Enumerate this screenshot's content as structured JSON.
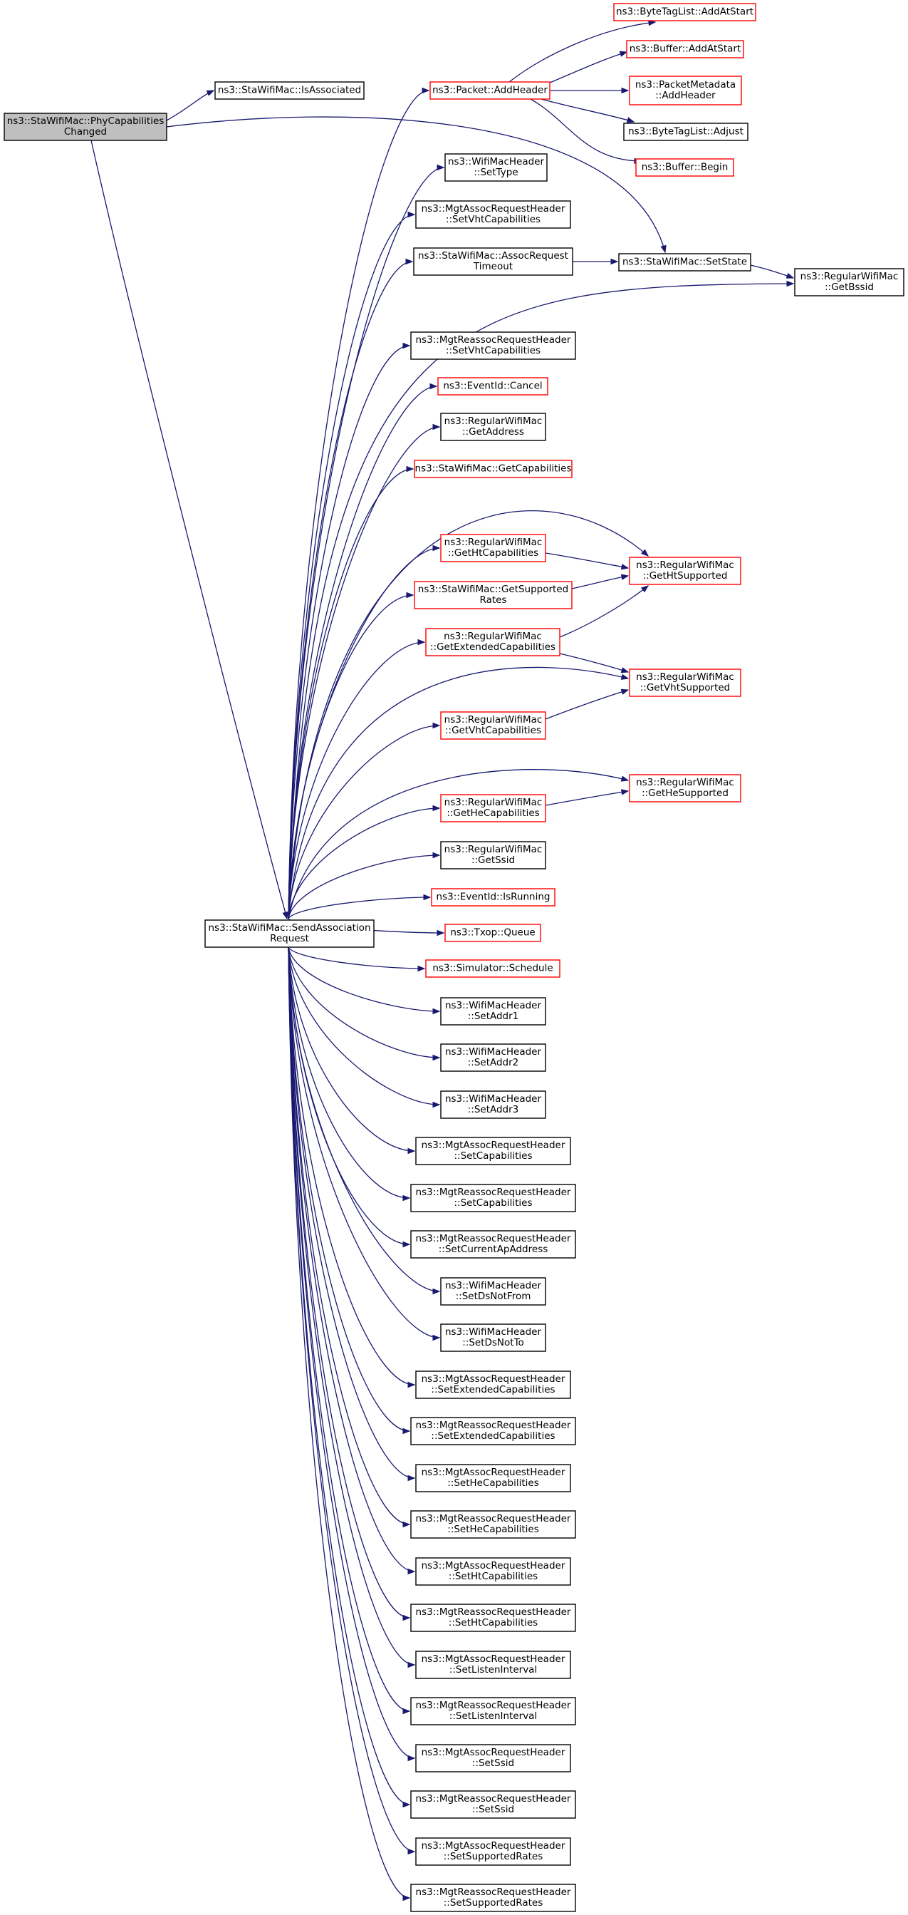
{
  "colors": {
    "edge": "#191970",
    "node_border_plain": "#000000",
    "node_border_truncated": "#ff0000",
    "root_fill": "#bfbfbf",
    "node_fill": "#ffffff"
  },
  "nodes": [
    {
      "id": "phy",
      "lines": [
        "ns3::StaWifiMac::PhyCapabilities",
        "Changed"
      ],
      "border": "root"
    },
    {
      "id": "isassoc",
      "lines": [
        "ns3::StaWifiMac::IsAssociated"
      ],
      "border": "plain"
    },
    {
      "id": "sendassoc",
      "lines": [
        "ns3::StaWifiMac::SendAssociation",
        "Request"
      ],
      "border": "plain"
    },
    {
      "id": "addheader",
      "lines": [
        "ns3::Packet::AddHeader"
      ],
      "border": "truncated"
    },
    {
      "id": "btl_addatstart",
      "lines": [
        "ns3::ByteTagList::AddAtStart"
      ],
      "border": "truncated"
    },
    {
      "id": "buf_addatstart",
      "lines": [
        "ns3::Buffer::AddAtStart"
      ],
      "border": "truncated"
    },
    {
      "id": "pm_addheader",
      "lines": [
        "ns3::PacketMetadata",
        "::AddHeader"
      ],
      "border": "truncated"
    },
    {
      "id": "btl_adjust",
      "lines": [
        "ns3::ByteTagList::Adjust"
      ],
      "border": "plain"
    },
    {
      "id": "buf_begin",
      "lines": [
        "ns3::Buffer::Begin"
      ],
      "border": "truncated"
    },
    {
      "id": "settype",
      "lines": [
        "ns3::WifiMacHeader",
        "::SetType"
      ],
      "border": "plain"
    },
    {
      "id": "marq_setvht",
      "lines": [
        "ns3::MgtAssocRequestHeader",
        "::SetVhtCapabilities"
      ],
      "border": "plain"
    },
    {
      "id": "assoctimeout",
      "lines": [
        "ns3::StaWifiMac::AssocRequest",
        "Timeout"
      ],
      "border": "plain"
    },
    {
      "id": "setstate",
      "lines": [
        "ns3::StaWifiMac::SetState"
      ],
      "border": "plain"
    },
    {
      "id": "getbssid",
      "lines": [
        "ns3::RegularWifiMac",
        "::GetBssid"
      ],
      "border": "plain"
    },
    {
      "id": "mrrq_setvht",
      "lines": [
        "ns3::MgtReassocRequestHeader",
        "::SetVhtCapabilities"
      ],
      "border": "plain"
    },
    {
      "id": "cancel",
      "lines": [
        "ns3::EventId::Cancel"
      ],
      "border": "truncated"
    },
    {
      "id": "getaddress",
      "lines": [
        "ns3::RegularWifiMac",
        "::GetAddress"
      ],
      "border": "plain"
    },
    {
      "id": "getcaps",
      "lines": [
        "ns3::StaWifiMac::GetCapabilities"
      ],
      "border": "truncated"
    },
    {
      "id": "getht",
      "lines": [
        "ns3::RegularWifiMac",
        "::GetHtCapabilities"
      ],
      "border": "truncated"
    },
    {
      "id": "htsupported",
      "lines": [
        "ns3::RegularWifiMac",
        "::GetHtSupported"
      ],
      "border": "truncated"
    },
    {
      "id": "getsuprates",
      "lines": [
        "ns3::StaWifiMac::GetSupported",
        "Rates"
      ],
      "border": "truncated"
    },
    {
      "id": "getext",
      "lines": [
        "ns3::RegularWifiMac",
        "::GetExtendedCapabilities"
      ],
      "border": "truncated"
    },
    {
      "id": "vhtsupported",
      "lines": [
        "ns3::RegularWifiMac",
        "::GetVhtSupported"
      ],
      "border": "truncated"
    },
    {
      "id": "getvht",
      "lines": [
        "ns3::RegularWifiMac",
        "::GetVhtCapabilities"
      ],
      "border": "truncated"
    },
    {
      "id": "hesupported",
      "lines": [
        "ns3::RegularWifiMac",
        "::GetHeSupported"
      ],
      "border": "truncated"
    },
    {
      "id": "gethe",
      "lines": [
        "ns3::RegularWifiMac",
        "::GetHeCapabilities"
      ],
      "border": "truncated"
    },
    {
      "id": "getssid",
      "lines": [
        "ns3::RegularWifiMac",
        "::GetSsid"
      ],
      "border": "plain"
    },
    {
      "id": "isrunning",
      "lines": [
        "ns3::EventId::IsRunning"
      ],
      "border": "truncated"
    },
    {
      "id": "queue",
      "lines": [
        "ns3::Txop::Queue"
      ],
      "border": "truncated"
    },
    {
      "id": "schedule",
      "lines": [
        "ns3::Simulator::Schedule"
      ],
      "border": "truncated"
    },
    {
      "id": "addr1",
      "lines": [
        "ns3::WifiMacHeader",
        "::SetAddr1"
      ],
      "border": "plain"
    },
    {
      "id": "addr2",
      "lines": [
        "ns3::WifiMacHeader",
        "::SetAddr2"
      ],
      "border": "plain"
    },
    {
      "id": "addr3",
      "lines": [
        "ns3::WifiMacHeader",
        "::SetAddr3"
      ],
      "border": "plain"
    },
    {
      "id": "marq_setcaps",
      "lines": [
        "ns3::MgtAssocRequestHeader",
        "::SetCapabilities"
      ],
      "border": "plain"
    },
    {
      "id": "mrrq_setcaps",
      "lines": [
        "ns3::MgtReassocRequestHeader",
        "::SetCapabilities"
      ],
      "border": "plain"
    },
    {
      "id": "mrrq_setcurap",
      "lines": [
        "ns3::MgtReassocRequestHeader",
        "::SetCurrentApAddress"
      ],
      "border": "plain"
    },
    {
      "id": "dsnotfrom",
      "lines": [
        "ns3::WifiMacHeader",
        "::SetDsNotFrom"
      ],
      "border": "plain"
    },
    {
      "id": "dsnotto",
      "lines": [
        "ns3::WifiMacHeader",
        "::SetDsNotTo"
      ],
      "border": "plain"
    },
    {
      "id": "marq_setext",
      "lines": [
        "ns3::MgtAssocRequestHeader",
        "::SetExtendedCapabilities"
      ],
      "border": "plain"
    },
    {
      "id": "mrrq_setext",
      "lines": [
        "ns3::MgtReassocRequestHeader",
        "::SetExtendedCapabilities"
      ],
      "border": "plain"
    },
    {
      "id": "marq_sethe",
      "lines": [
        "ns3::MgtAssocRequestHeader",
        "::SetHeCapabilities"
      ],
      "border": "plain"
    },
    {
      "id": "mrrq_sethe",
      "lines": [
        "ns3::MgtReassocRequestHeader",
        "::SetHeCapabilities"
      ],
      "border": "plain"
    },
    {
      "id": "marq_setht",
      "lines": [
        "ns3::MgtAssocRequestHeader",
        "::SetHtCapabilities"
      ],
      "border": "plain"
    },
    {
      "id": "mrrq_setht",
      "lines": [
        "ns3::MgtReassocRequestHeader",
        "::SetHtCapabilities"
      ],
      "border": "plain"
    },
    {
      "id": "marq_setlisten",
      "lines": [
        "ns3::MgtAssocRequestHeader",
        "::SetListenInterval"
      ],
      "border": "plain"
    },
    {
      "id": "mrrq_setlisten",
      "lines": [
        "ns3::MgtReassocRequestHeader",
        "::SetListenInterval"
      ],
      "border": "plain"
    },
    {
      "id": "marq_setssid",
      "lines": [
        "ns3::MgtAssocRequestHeader",
        "::SetSsid"
      ],
      "border": "plain"
    },
    {
      "id": "mrrq_setssid",
      "lines": [
        "ns3::MgtReassocRequestHeader",
        "::SetSsid"
      ],
      "border": "plain"
    },
    {
      "id": "marq_setrates",
      "lines": [
        "ns3::MgtAssocRequestHeader",
        "::SetSupportedRates"
      ],
      "border": "plain"
    },
    {
      "id": "mrrq_setrates",
      "lines": [
        "ns3::MgtReassocRequestHeader",
        "::SetSupportedRates"
      ],
      "border": "plain"
    }
  ],
  "edges": [
    [
      "phy",
      "isassoc"
    ],
    [
      "phy",
      "sendassoc"
    ],
    [
      "phy",
      "setstate"
    ],
    [
      "addheader",
      "btl_addatstart"
    ],
    [
      "addheader",
      "buf_addatstart"
    ],
    [
      "addheader",
      "pm_addheader"
    ],
    [
      "addheader",
      "btl_adjust"
    ],
    [
      "addheader",
      "buf_begin"
    ],
    [
      "assoctimeout",
      "setstate"
    ],
    [
      "setstate",
      "getbssid"
    ],
    [
      "getht",
      "htsupported"
    ],
    [
      "getsuprates",
      "htsupported"
    ],
    [
      "getext",
      "htsupported"
    ],
    [
      "getext",
      "vhtsupported"
    ],
    [
      "getvht",
      "vhtsupported"
    ],
    [
      "gethe",
      "hesupported"
    ],
    [
      "sendassoc",
      "addheader"
    ],
    [
      "sendassoc",
      "settype"
    ],
    [
      "sendassoc",
      "marq_setvht"
    ],
    [
      "sendassoc",
      "assoctimeout"
    ],
    [
      "sendassoc",
      "getbssid"
    ],
    [
      "sendassoc",
      "mrrq_setvht"
    ],
    [
      "sendassoc",
      "cancel"
    ],
    [
      "sendassoc",
      "getaddress"
    ],
    [
      "sendassoc",
      "getcaps"
    ],
    [
      "sendassoc",
      "htsupported"
    ],
    [
      "sendassoc",
      "getht"
    ],
    [
      "sendassoc",
      "getsuprates"
    ],
    [
      "sendassoc",
      "getext"
    ],
    [
      "sendassoc",
      "vhtsupported"
    ],
    [
      "sendassoc",
      "getvht"
    ],
    [
      "sendassoc",
      "hesupported"
    ],
    [
      "sendassoc",
      "gethe"
    ],
    [
      "sendassoc",
      "getssid"
    ],
    [
      "sendassoc",
      "isrunning"
    ],
    [
      "sendassoc",
      "queue"
    ],
    [
      "sendassoc",
      "schedule"
    ],
    [
      "sendassoc",
      "addr1"
    ],
    [
      "sendassoc",
      "addr2"
    ],
    [
      "sendassoc",
      "addr3"
    ],
    [
      "sendassoc",
      "marq_setcaps"
    ],
    [
      "sendassoc",
      "mrrq_setcaps"
    ],
    [
      "sendassoc",
      "mrrq_setcurap"
    ],
    [
      "sendassoc",
      "dsnotfrom"
    ],
    [
      "sendassoc",
      "dsnotto"
    ],
    [
      "sendassoc",
      "marq_setext"
    ],
    [
      "sendassoc",
      "mrrq_setext"
    ],
    [
      "sendassoc",
      "marq_sethe"
    ],
    [
      "sendassoc",
      "mrrq_sethe"
    ],
    [
      "sendassoc",
      "marq_setht"
    ],
    [
      "sendassoc",
      "mrrq_setht"
    ],
    [
      "sendassoc",
      "marq_setlisten"
    ],
    [
      "sendassoc",
      "mrrq_setlisten"
    ],
    [
      "sendassoc",
      "marq_setssid"
    ],
    [
      "sendassoc",
      "mrrq_setssid"
    ],
    [
      "sendassoc",
      "marq_setrates"
    ],
    [
      "sendassoc",
      "mrrq_setrates"
    ]
  ]
}
